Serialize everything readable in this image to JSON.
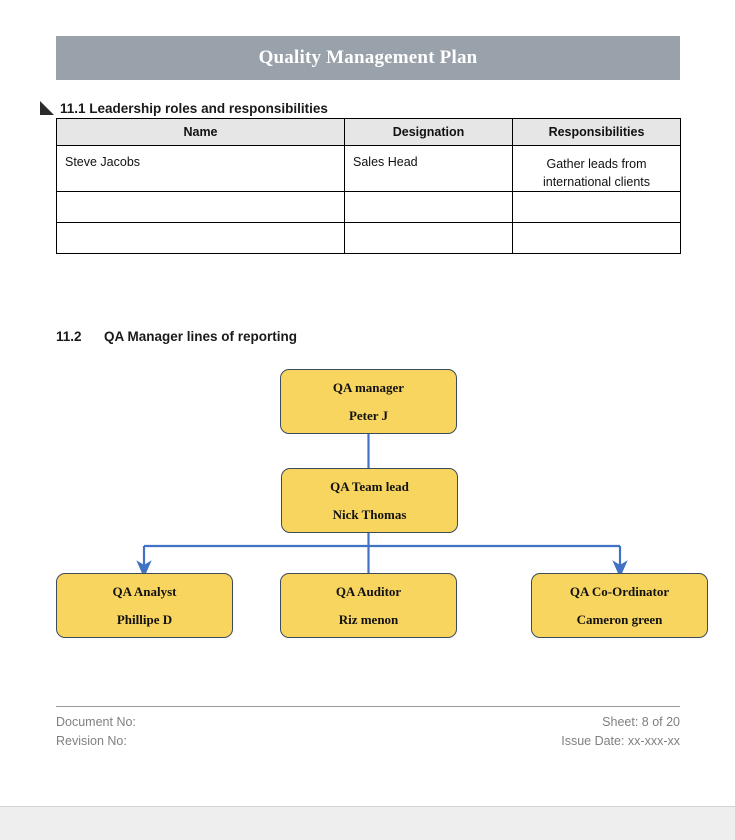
{
  "document": {
    "banner_title": "Quality Management Plan",
    "section_111": {
      "collapse_icon": "collapse-triangle-icon",
      "heading": "11.1 Leadership roles and responsibilities",
      "table": {
        "headers": [
          "Name",
          "Designation",
          "Responsibilities"
        ],
        "rows": [
          [
            "Steve Jacobs",
            "Sales Head",
            "Gather leads from international clients"
          ],
          [
            "",
            "",
            ""
          ],
          [
            "",
            "",
            ""
          ]
        ]
      }
    },
    "section_112": {
      "number": "11.2",
      "heading": "QA Manager lines of reporting",
      "org_chart": {
        "nodes": [
          {
            "id": "manager",
            "role": "QA manager",
            "person": "Peter J"
          },
          {
            "id": "teamlead",
            "role": "QA Team lead",
            "person": "Nick Thomas"
          },
          {
            "id": "analyst",
            "role": "QA Analyst",
            "person": "Phillipe D"
          },
          {
            "id": "auditor",
            "role": "QA Auditor",
            "person": "Riz menon"
          },
          {
            "id": "coord",
            "role": "QA Co-Ordinator",
            "person": "Cameron green"
          }
        ]
      }
    },
    "footer": {
      "document_no": "Document No:",
      "revision_no": "Revision No:",
      "sheet": "Sheet: 8 of 20",
      "issue_date": "Issue Date: xx-xxx-xx"
    }
  },
  "colors": {
    "banner_bg": "#99a1ab",
    "box_fill": "#F8D55F",
    "box_border": "#3c4a5c",
    "connector": "#4272c4",
    "table_header_bg": "#e6e6e6",
    "footer_text": "#808080"
  }
}
